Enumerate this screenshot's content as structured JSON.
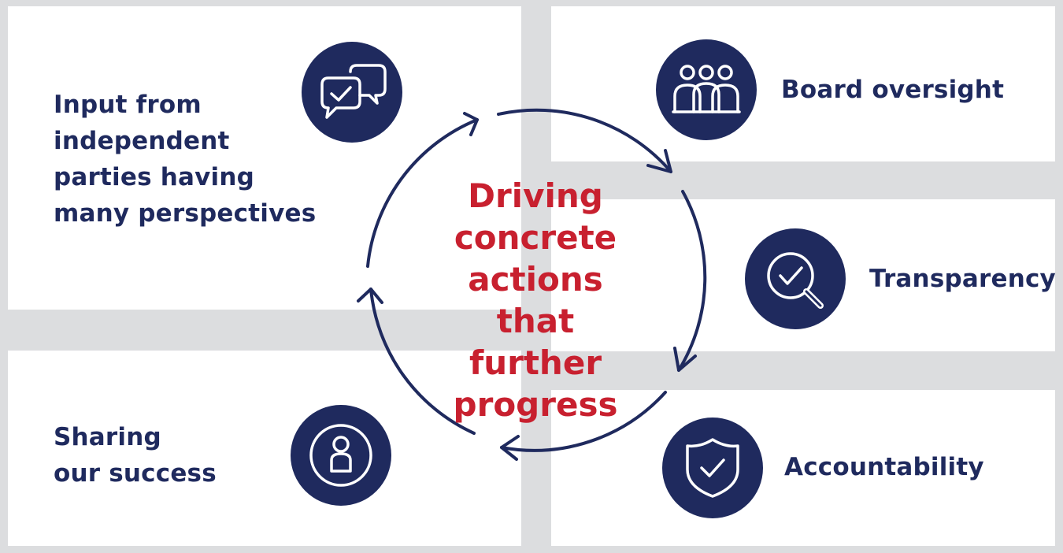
{
  "colors": {
    "background": "#dcdddf",
    "panel": "#ffffff",
    "navy": "#1f2a5e",
    "red": "#c8202f"
  },
  "center": {
    "text": "Driving\nconcrete\nactions\nthat further\nprogress"
  },
  "items": [
    {
      "label": "Input from\nindependent\nparties having\nmany perspectives",
      "icon": "chat-bubbles-check-icon"
    },
    {
      "label": "Board oversight",
      "icon": "people-group-icon"
    },
    {
      "label": "Transparency",
      "icon": "magnifier-check-icon"
    },
    {
      "label": "Accountability",
      "icon": "shield-check-icon"
    },
    {
      "label": "Sharing\nour success",
      "icon": "person-badge-icon"
    }
  ]
}
